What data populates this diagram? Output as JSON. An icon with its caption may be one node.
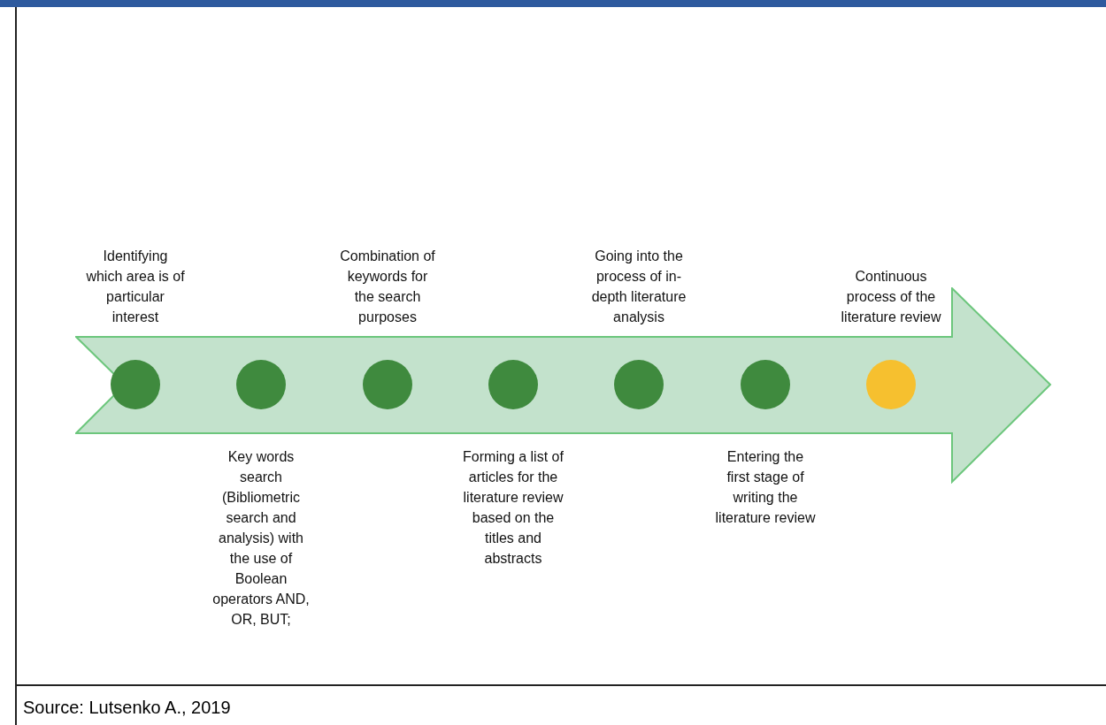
{
  "diagram": {
    "caption": "Source: Lutsenko A., 2019",
    "nodes": [
      {
        "text": [],
        "shape": "arrow"
      },
      {
        "text": [],
        "shape": "circle",
        "in": 0,
        "beside": [
          "Identifying which area is of particular interest"
        ]
      },
      {
        "text": [],
        "shape": "circle",
        "in": 0,
        "beside": [
          "Key words search (Bibliometric search and analysis) with the use of Boolean operators AND, OR, BUT;"
        ]
      },
      {
        "text": [],
        "shape": "circle",
        "in": 0,
        "beside": [
          "Combination of keywords for the search purposes"
        ]
      },
      {
        "text": [],
        "shape": "circle",
        "in": 0,
        "beside": [
          "Forming a list of articles for the literature review based on the titles and abstracts"
        ]
      },
      {
        "text": [],
        "shape": "circle",
        "in": 0,
        "beside": [
          "Going into the process of in-depth literature analysis"
        ]
      },
      {
        "text": [],
        "shape": "circle",
        "in": 0,
        "beside": [
          "Entering the first stage of writing the literature review"
        ]
      },
      {
        "text": [],
        "shape": "circle",
        "in": 0,
        "beside": [
          "Continuous process of the literature review"
        ]
      }
    ],
    "edges": []
  }
}
